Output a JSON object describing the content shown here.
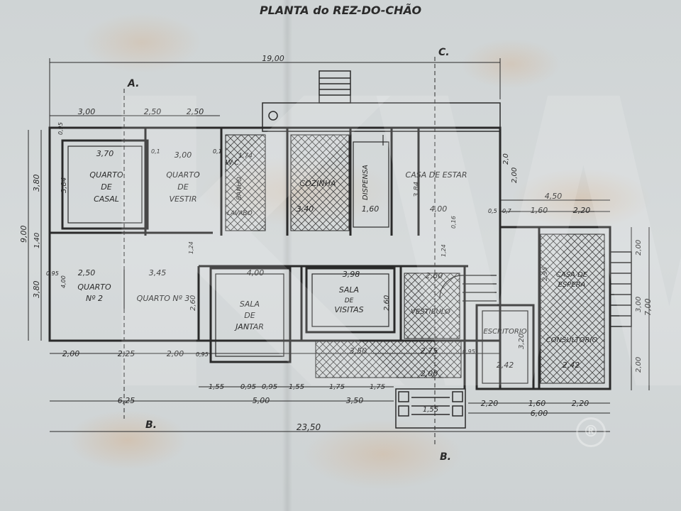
{
  "title": "PLANTA do REZ-DO-CHÃO",
  "sections": {
    "a": "A.",
    "b_left": "B.",
    "b_right": "B.",
    "c": "C."
  },
  "rooms": {
    "quarto_casal": [
      "QUARTO",
      "DE",
      "CASAL"
    ],
    "quarto_vestir": [
      "QUARTO",
      "DE",
      "VESTIR"
    ],
    "wc": "W.C.",
    "banho": "BANHO",
    "lavabo": "LAVABO",
    "cozinha": "COZINHA",
    "dispensa": "DISPENSA",
    "casa_estar": "CASA DE ESTAR",
    "quarto_2": [
      "QUARTO",
      "Nº 2"
    ],
    "quarto_3": "QUARTO Nº 3",
    "sala_jantar": [
      "SALA",
      "DE",
      "JANTAR"
    ],
    "sala_visitas": [
      "SALA",
      "DE",
      "VISITAS"
    ],
    "vestibulo": "VESTIBULO",
    "escritorio": "ESCRITORIO",
    "casa_espera": [
      "CASA DE",
      "ESPERA"
    ],
    "consultorio": "CONSULTORIO"
  },
  "dims": {
    "overall_top": "19,00",
    "top_3_00": "3,00",
    "top_2_50a": "2,50",
    "top_2_50b": "2,50",
    "casal_3_70": "3,70",
    "vestir_3_00": "3,00",
    "wc_1_74": "1,74",
    "coz_3_40": "3,40",
    "disp_1_60": "1,60",
    "estar_4_00": "4,00",
    "q2_2_50": "2,50",
    "q3_3_45": "3,45",
    "jantar_4_00": "4,00",
    "visitas_3_98": "3,98",
    "vest_2_60": "2,60",
    "right_4_50": "4,50",
    "right_1_60": "1,60",
    "right_2_20": "2,20",
    "esc_2_42": "2,42",
    "cons_2_42": "2,42",
    "esc_3_20": "3,20",
    "bot_2_00a": "2,00",
    "bot_2_25": "2,25",
    "bot_2_00b": "2,00",
    "bot_3_50": "3,50",
    "bot_2_75": "2,75",
    "bot_2_00c": "2,00",
    "row_1_55a": "1,55",
    "row_0_95a": "0,95",
    "row_0_95b": "0,95",
    "row_1_55b": "1,55",
    "row_1_75a": "1,75",
    "row_1_75b": "1,75",
    "bot_6_25": "6,25",
    "bot_5_00": "5,00",
    "bot_3_50b": "3,50",
    "steps_1_55": "1,55",
    "br_2_20a": "2,20",
    "br_1_60": "1,60",
    "br_2_20b": "2,20",
    "br_6_00": "6,00",
    "overall_bottom": "23,50",
    "left_9_00": "9,00",
    "left_3_80a": "3,80",
    "left_1_40": "1,40",
    "left_3_80b": "3,80",
    "casal_3_84": "3,84",
    "estar_3_84": "3,84",
    "vis_2_60": "2,60",
    "q3_2_60": "2,60",
    "right_7_00": "7,00",
    "right_2_00a": "2,00",
    "right_3_00": "3,00",
    "right_2_00b": "2,00",
    "estar_2_0": "2,0",
    "estar_2_00": "2,00",
    "espera_2_95": "2,95",
    "small_0_95a": "0,95",
    "small_0_1a": "0,1",
    "small_0_1b": "0,1",
    "small_0_5": "0,5",
    "small_0_7": "0,7",
    "small_1_24a": "1,24",
    "small_1_24b": "1,24",
    "small_0_16": "0,16",
    "small_4_00": "4,00",
    "small_0_95b": "0,95",
    "small_0_95c": "0,95",
    "small_0_95d": "0,95"
  },
  "watermark": {
    "letters": "KW",
    "reg": "®"
  },
  "colors": {
    "ink": "#2a2a2a",
    "paper": "#d6dadb",
    "stain": "#d6965a"
  }
}
